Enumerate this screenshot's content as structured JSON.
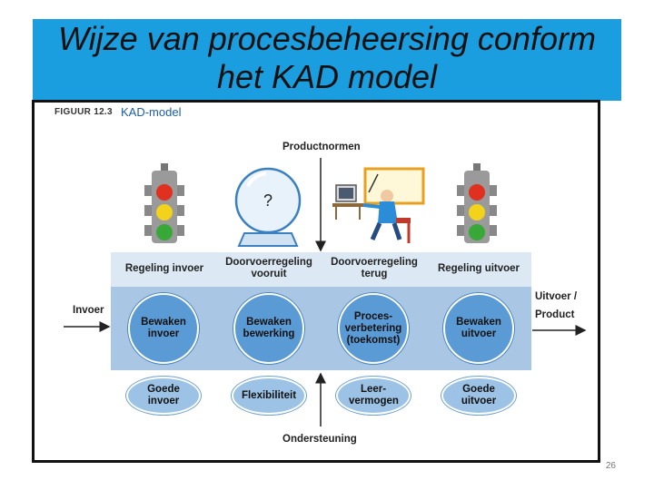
{
  "slide": {
    "title": "Wijze van procesbeheersing conform het KAD model",
    "page_number": "26"
  },
  "figure": {
    "label": "FIGUUR 12.3",
    "caption": "KAD-model",
    "product_norms": "Productnormen",
    "support": "Ondersteuning",
    "input": "Invoer",
    "output": "Uitvoer / Product",
    "question_mark": "?",
    "control_row": [
      "Regeling invoer",
      "Doorvoerregeling vooruit",
      "Doorvoerregeling terug",
      "Regeling uitvoer"
    ],
    "monitor_row": [
      "Bewaken invoer",
      "Bewaken bewerking",
      "Proces-verbetering (toekomst)",
      "Bewaken uitvoer"
    ],
    "outcome_row": [
      "Goede invoer",
      "Flexibiliteit",
      "Leer-vermogen",
      "Goede uitvoer"
    ]
  },
  "colors": {
    "title_bar": "#1a9ee0",
    "top_band": "#dce9f5",
    "mid_band": "#a9c7e5",
    "circle": "#5b9bd5",
    "oval": "#9cc3e6"
  },
  "icons": [
    "traffic-light-icon",
    "crystal-ball-icon",
    "worker-at-computer-icon",
    "traffic-light-icon"
  ]
}
